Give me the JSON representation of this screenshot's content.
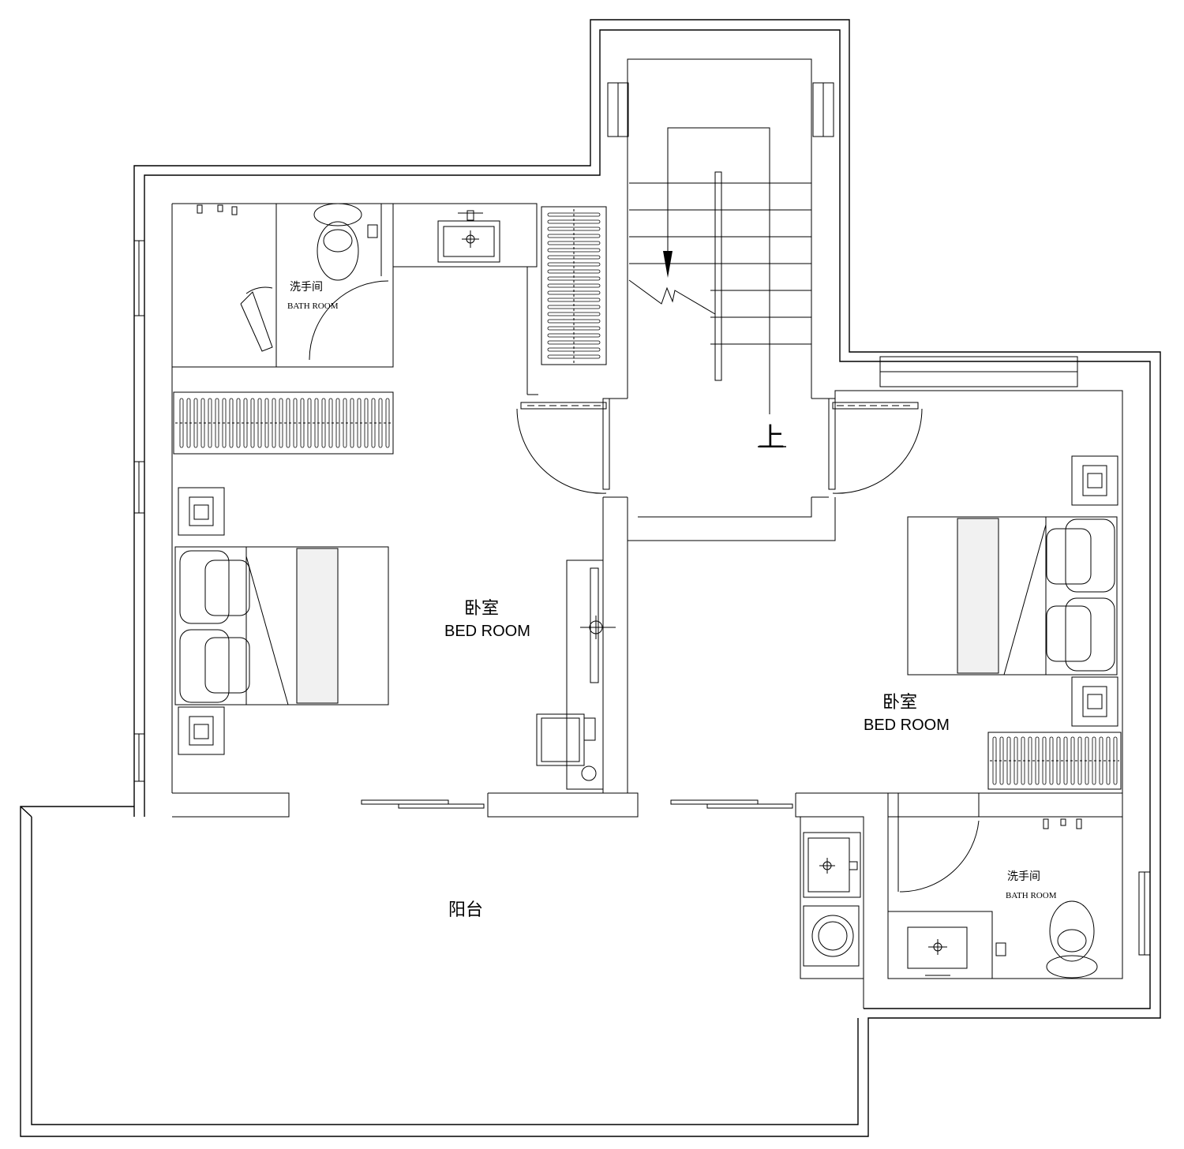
{
  "plan": {
    "rooms": {
      "bedroom_left": {
        "name_zh": "卧室",
        "name_en": "BED ROOM"
      },
      "bedroom_right": {
        "name_zh": "卧室",
        "name_en": "BED ROOM"
      },
      "bath_left": {
        "name_zh": "洗手间",
        "name_en": "BATH ROOM"
      },
      "bath_right": {
        "name_zh": "洗手间",
        "name_en": "BATH ROOM"
      },
      "balcony": {
        "name_zh": "阳台"
      }
    },
    "stair": {
      "direction_label": "上"
    }
  }
}
